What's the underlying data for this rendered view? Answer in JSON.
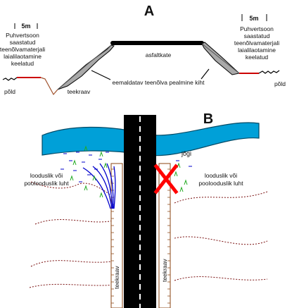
{
  "panel_a": {
    "label": "A",
    "left_buffer": {
      "width_label": "5m",
      "lines": [
        "Puhvertsoon",
        "saastatud",
        "teenõlvamaterjali",
        "laialilaotamine",
        "keelatud"
      ]
    },
    "right_buffer": {
      "width_label": "5m",
      "lines": [
        "Puhvertsoon",
        "saastatud",
        "teenõlvamaterjali",
        "laialilaotamine",
        "keelatud"
      ]
    },
    "road_surface_label": "asfaltkate",
    "topsoil_label": "eemaldatav teenõlva pealmine kiht",
    "ditch_label": "teekraav",
    "field_left_label": "põld",
    "field_right_label": "põld"
  },
  "panel_b": {
    "label": "B",
    "river_label": "jõgi",
    "wetland_left_lines": [
      "looduslik või",
      "poolooduslik luht"
    ],
    "wetland_right_lines": [
      "looduslik või",
      "poolooduslik luht"
    ],
    "ditch_left_label": "teekraav",
    "ditch_right_label": "teekraav"
  },
  "colors": {
    "buffer_line": "#cc0000",
    "forbidden_cross": "#ff0000",
    "river_fill": "#00a0d8",
    "river_outline": "#004a66",
    "road": "#000000",
    "road_marking": "#ffffff",
    "drainage": "#0000cc",
    "vegetation": "#22aa22",
    "contour": "#7a1010",
    "slope_fill": "#a9a9a9"
  },
  "icons": {
    "prohibition": "red-x-icon"
  }
}
